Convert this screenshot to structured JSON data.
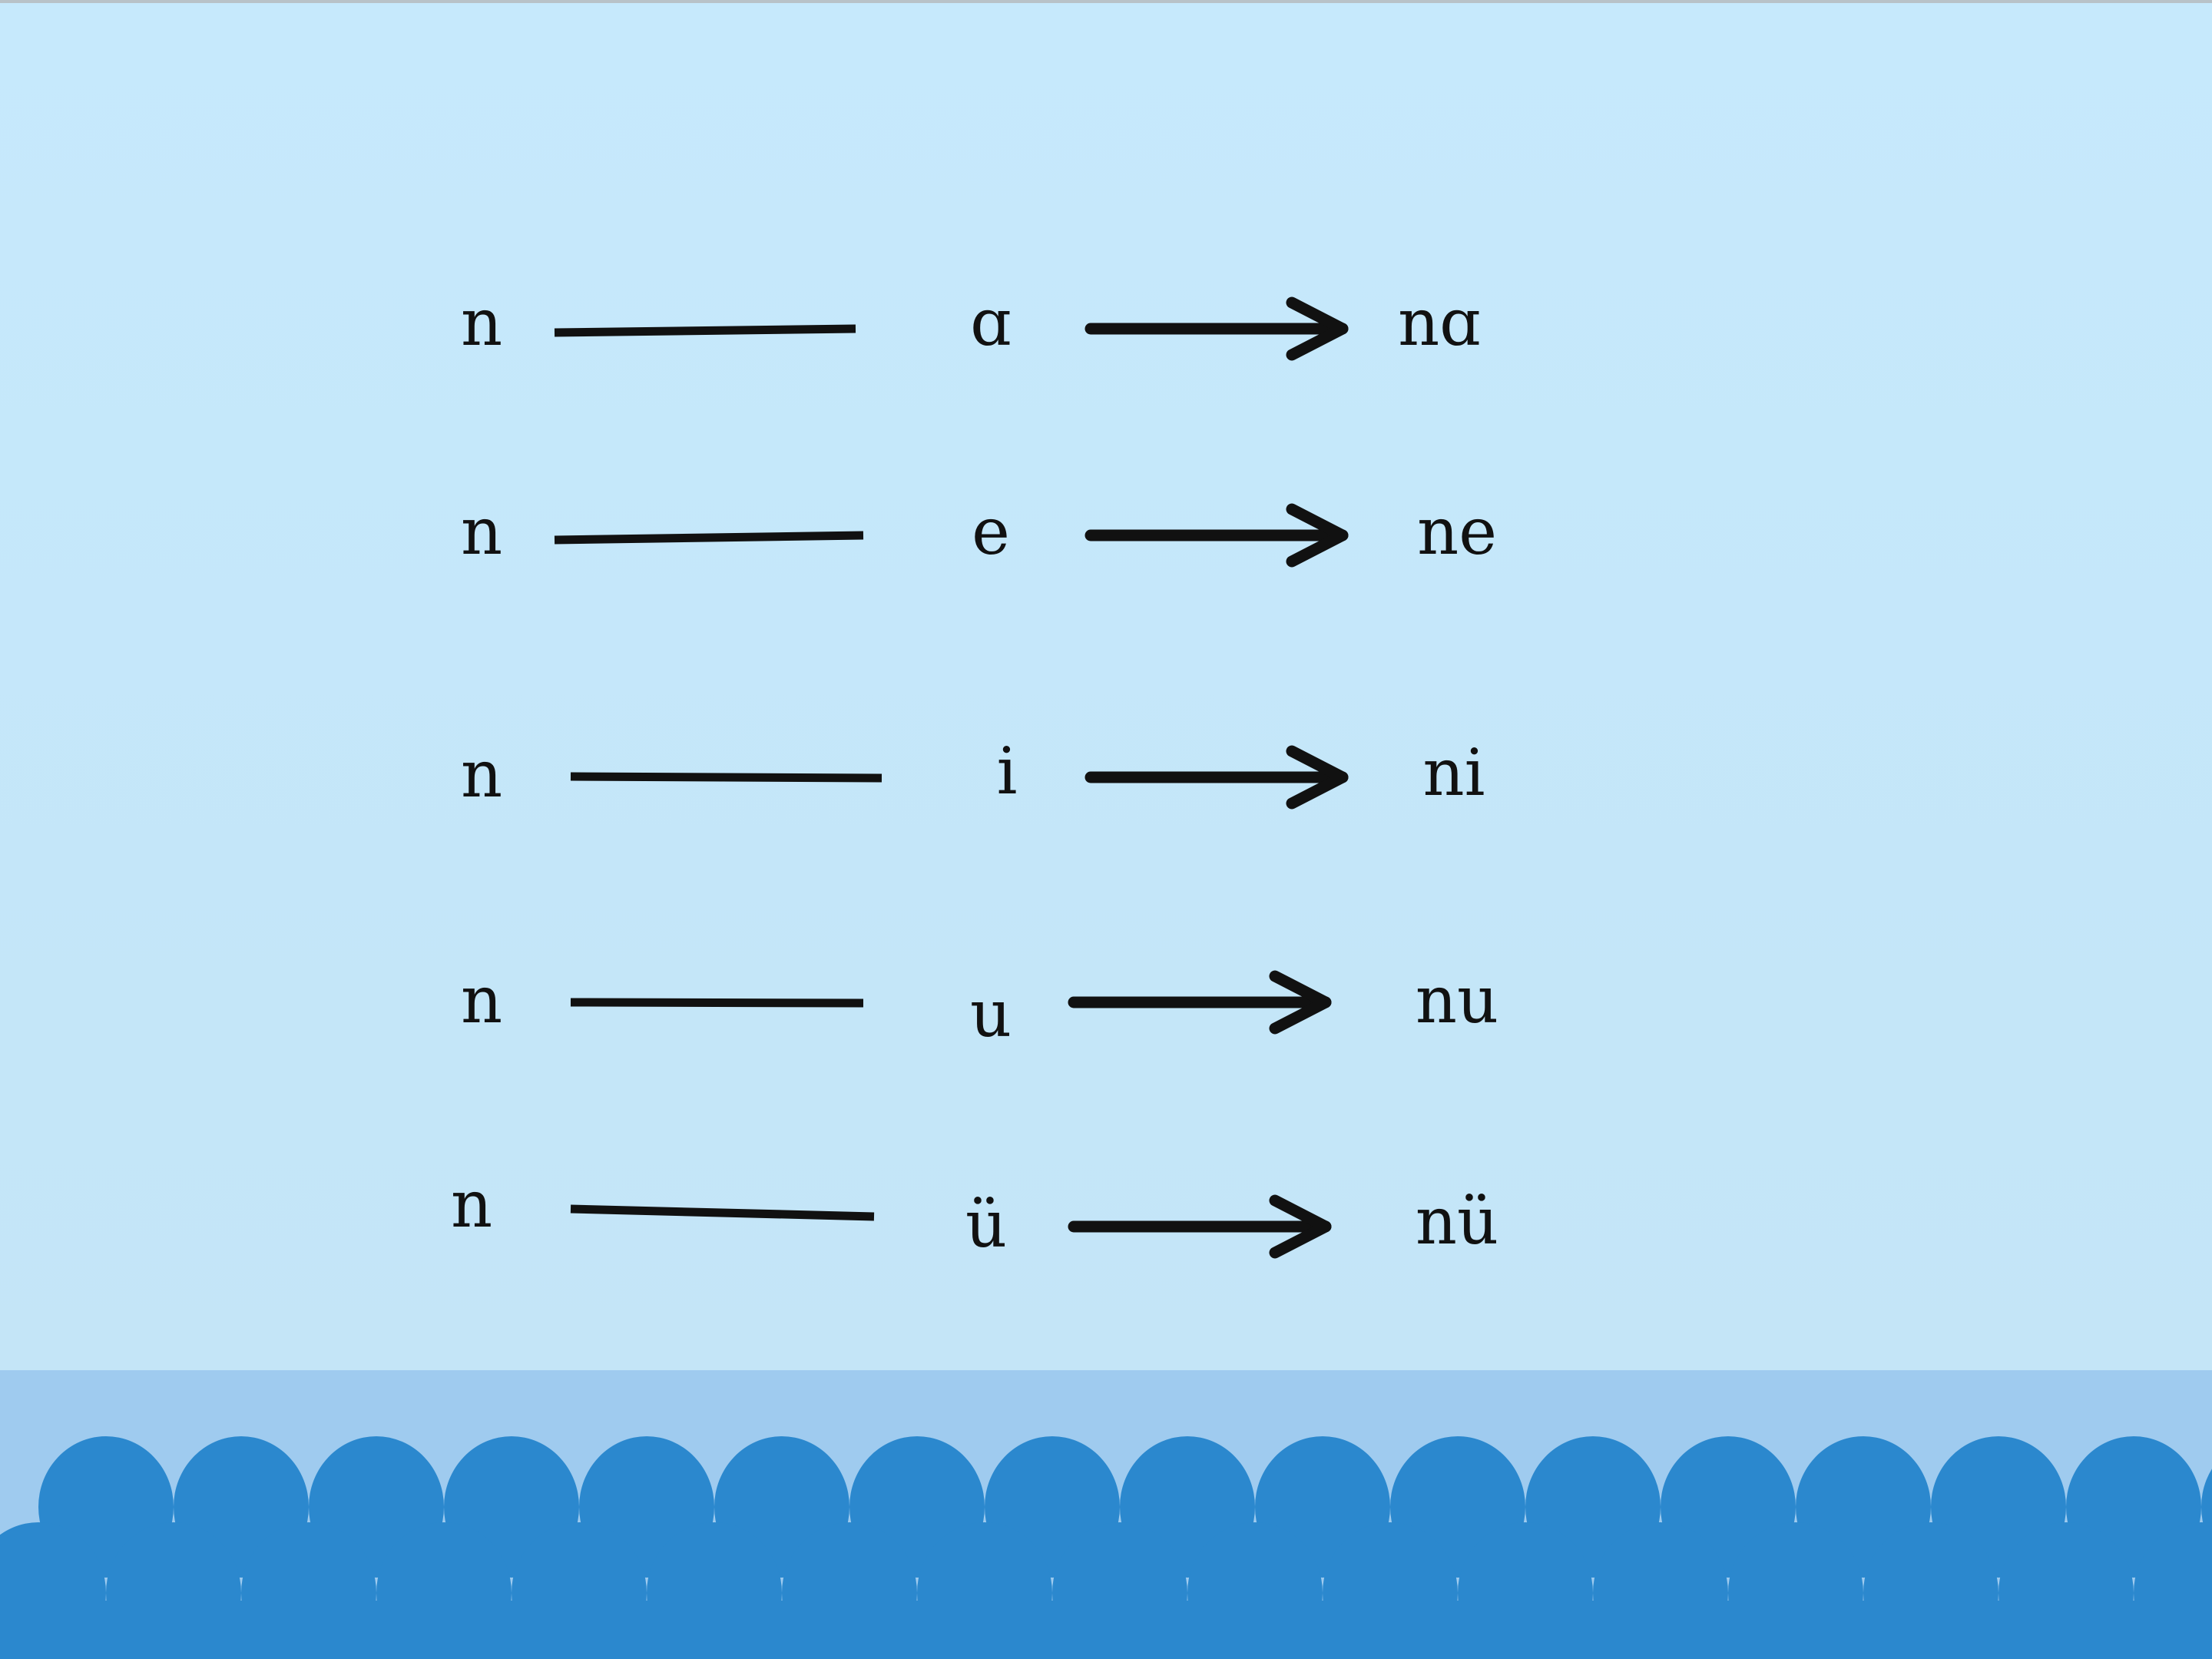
{
  "rows": [
    {
      "initial": "n",
      "final": "ɑ",
      "syllable": "nɑ"
    },
    {
      "initial": "n",
      "final": "e",
      "syllable": "ne"
    },
    {
      "initial": "n",
      "final": "i",
      "syllable": "ni"
    },
    {
      "initial": "n",
      "final": "u",
      "syllable": "nu"
    },
    {
      "initial": "n",
      "final": "ü",
      "syllable": "nü"
    }
  ],
  "colors": {
    "background": "#c5e7f9",
    "ink": "#111111",
    "wave_band": "#9fcbef",
    "wave": "#2b88ce"
  }
}
